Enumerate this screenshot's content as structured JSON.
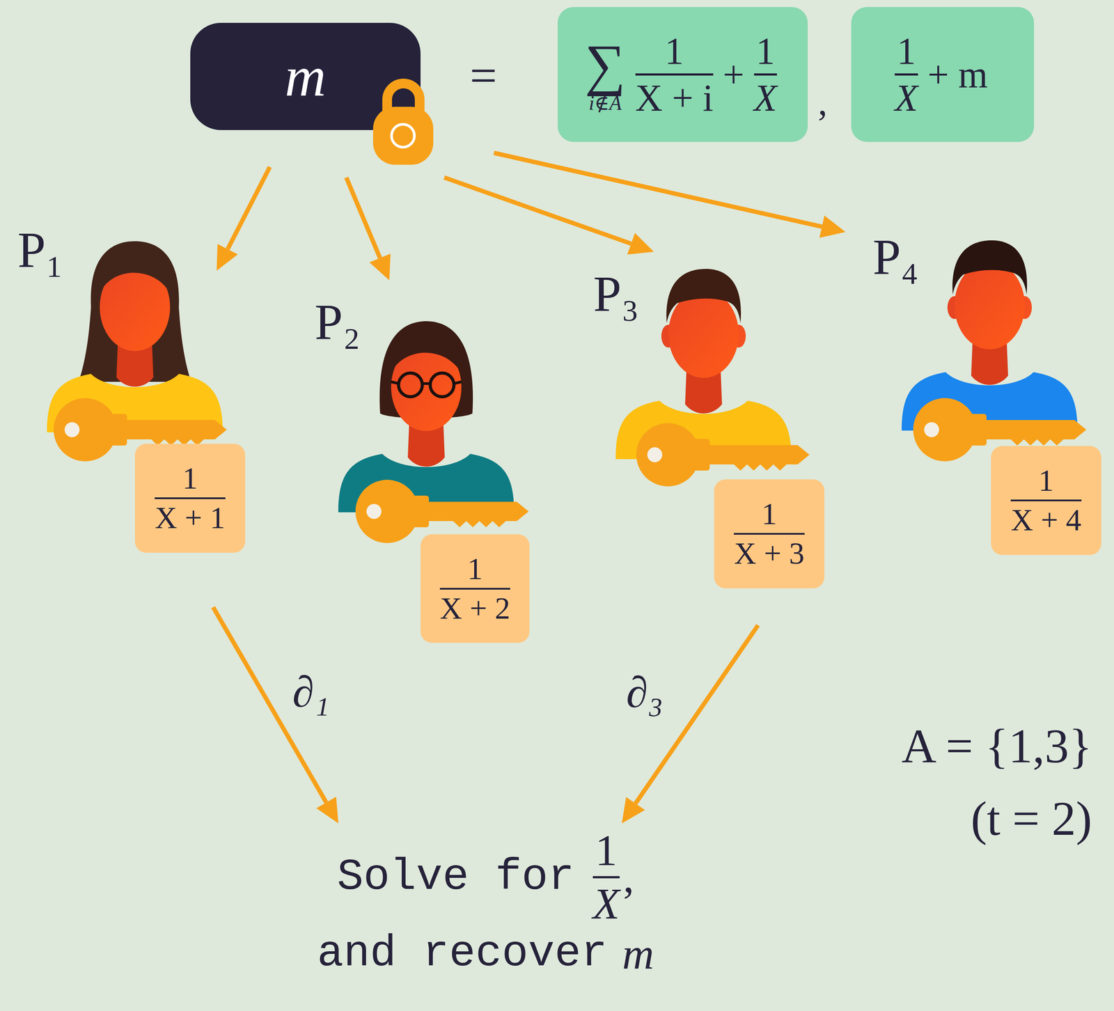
{
  "diagram": {
    "nodes": [
      {
        "text": [
          "m"
        ]
      },
      {
        "text": [
          "∑",
          "i∉A",
          "1",
          "X + i",
          "+",
          "1",
          "X"
        ]
      },
      {
        "text": [
          "1",
          "X",
          "+ m"
        ]
      },
      {
        "text": [
          "P₁"
        ]
      },
      {
        "text": [
          "1",
          "X + 1"
        ],
        "in": 3
      },
      {
        "text": [
          "P₂"
        ]
      },
      {
        "text": [
          "1",
          "X + 2"
        ],
        "in": 5
      },
      {
        "text": [
          "P₃"
        ]
      },
      {
        "text": [
          "1",
          "X + 3"
        ],
        "in": 7
      },
      {
        "text": [
          "P₄"
        ]
      },
      {
        "text": [
          "1",
          "X + 4"
        ],
        "in": 9
      },
      {
        "text": [
          "Solve for",
          "1",
          "X",
          ",",
          "and recover",
          "m"
        ]
      }
    ],
    "edges": [
      {
        "from": 0,
        "to": 3,
        "arrow": "to"
      },
      {
        "from": 0,
        "to": 5,
        "arrow": "to"
      },
      {
        "from": 0,
        "to": 7,
        "arrow": "to"
      },
      {
        "from": 0,
        "to": 9,
        "arrow": "to"
      },
      {
        "from": 3,
        "to": 11,
        "label": "∂₁",
        "arrow": "to"
      },
      {
        "from": 7,
        "to": 11,
        "label": "∂₃",
        "arrow": "to"
      }
    ],
    "labels": [
      "=",
      ",",
      "A = {1,3}",
      "(t = 2)"
    ]
  }
}
